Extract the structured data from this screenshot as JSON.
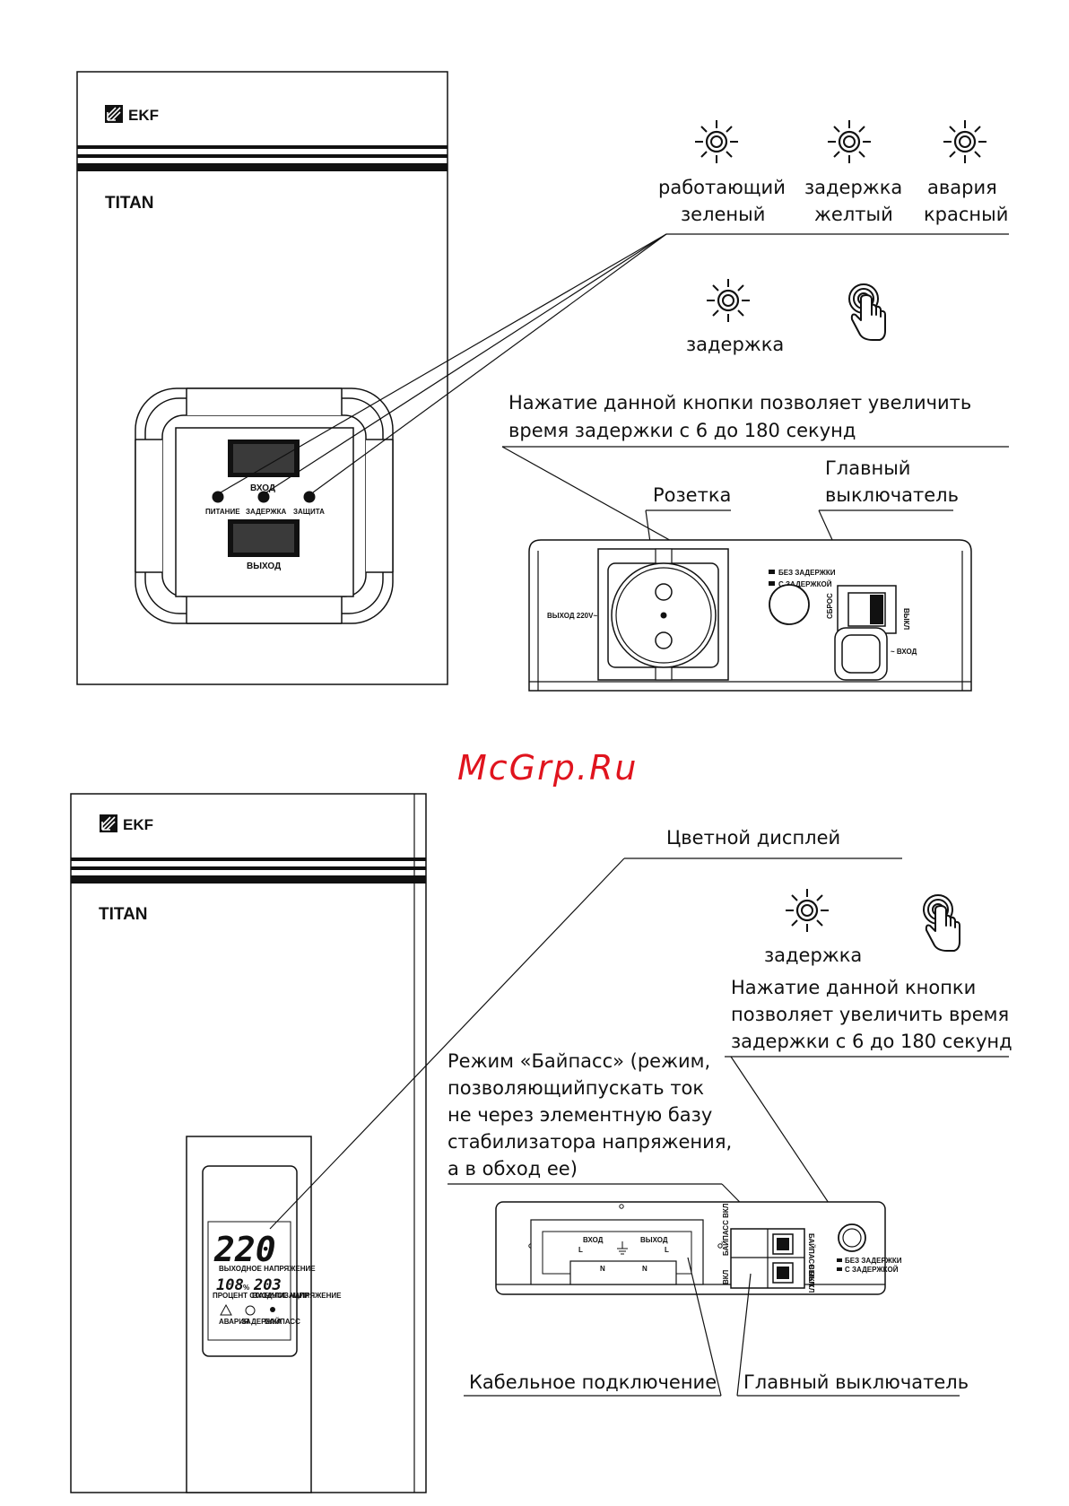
{
  "brand": {
    "logo_text": "EKF",
    "model": "TITAN"
  },
  "watermark": "McGrp.Ru",
  "top_section": {
    "indicators": [
      {
        "line1": "работающий",
        "line2": "зеленый"
      },
      {
        "line1": "задержка",
        "line2": "желтый"
      },
      {
        "line1": "авария",
        "line2": "красный"
      }
    ],
    "delay_icon_label": "задержка",
    "button_note_line1": "Нажатие данной кнопки позволяет увеличить",
    "button_note_line2": "время задержки с 6 до 180 секунд",
    "socket_label": "Розетка",
    "main_switch_line1": "Главный",
    "main_switch_line2": "выключатель",
    "front_panel": {
      "input_label": "ВХОД",
      "output_label": "ВЫХОД",
      "led_power": "ПИТАНИЕ",
      "led_delay": "ЗАДЕРЖКА",
      "led_protection": "ЗАЩИТА"
    },
    "rear_panel": {
      "output_label": "ВЫХОД 220V~",
      "no_delay": "БЕЗ ЗАДЕРЖКИ",
      "with_delay": "С ЗАДЕРЖКОЙ",
      "reset": "СБРОС",
      "off": "ВЫКЛ",
      "input": "~ ВХОД"
    }
  },
  "bottom_section": {
    "display_label": "Цветной дисплей",
    "delay_icon_label": "задержка",
    "button_note": [
      "Нажатие данной кнопки",
      "позволяет увеличить время",
      "задержки с 6 до 180 секунд"
    ],
    "bypass_note": [
      "Режим «Байпасс» (режим,",
      "позволяющийпускать ток",
      "не через элементную базу",
      "стабилизатора напряжения,",
      "а в обход ее)"
    ],
    "cable_label": "Кабельное подключение",
    "main_switch_label": "Главный выключатель",
    "lcd": {
      "main_value": "220",
      "main_caption": "ВЫХОДНОЕ НАПРЯЖЕНИЕ",
      "left_value": "108",
      "left_unit": "%",
      "right_value": "203",
      "left_caption": "ПРОЦЕНТ СТАБИЛИЗАЦИИ",
      "right_caption": "ВХОДНОЕ НАПРЯЖЕНИЕ",
      "icon_alarm": "АВАРИЯ",
      "icon_delay": "ЗАДЕРЖКА",
      "icon_bypass": "БАЙПАСС"
    },
    "terminals": {
      "input": "ВХОД",
      "output": "ВЫХОД",
      "l": "L",
      "n": "N"
    },
    "breakers": {
      "on": "ВКЛ",
      "off": "ВЫКЛ",
      "bypass_on": "БАЙПАСС ВКЛ",
      "bypass_off": "БАЙПАСС ВЫКЛ",
      "no_delay": "БЕЗ ЗАДЕРЖКИ",
      "with_delay": "С ЗАДЕРЖКОЙ"
    }
  }
}
